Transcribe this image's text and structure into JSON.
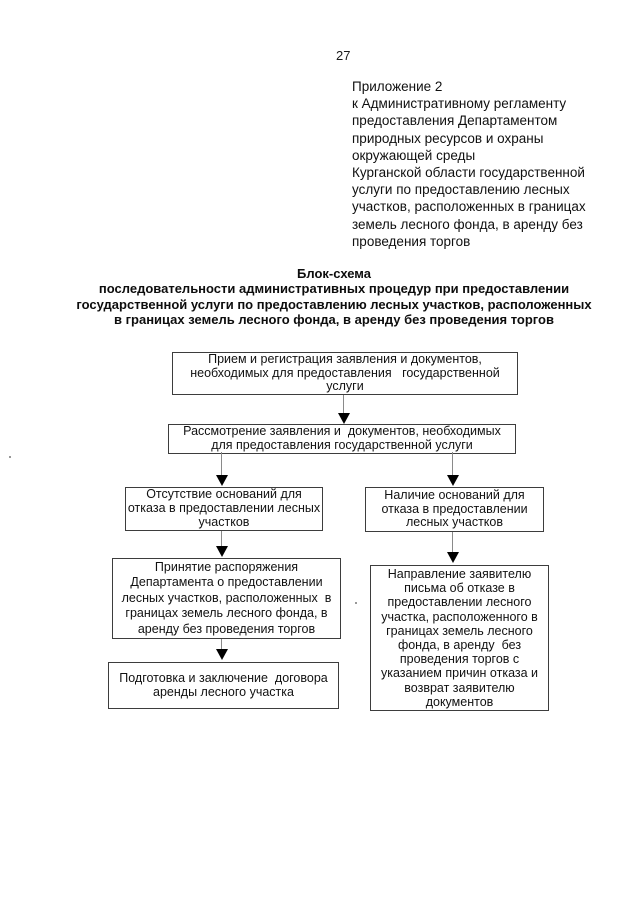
{
  "page": {
    "number": "27"
  },
  "appendix": {
    "lines": [
      "Приложение 2",
      "к Административному регламенту",
      "предоставления Департаментом",
      "природных ресурсов и охраны",
      "окружающей среды",
      "Курганской области государственной",
      "услуги по предоставлению лесных",
      "участков, расположенных в границах",
      "земель лесного фонда, в аренду без",
      "проведения торгов"
    ]
  },
  "title": {
    "lines": [
      "Блок-схема",
      "последовательности административных процедур при предоставлении",
      "государственной услуги по предоставлению лесных участков, расположенных",
      "в границах земель лесного фонда, в аренду без проведения торгов"
    ]
  },
  "flowchart": {
    "box_receive": {
      "lines": [
        "Прием и регистрация заявления и документов,",
        "необходимых для предоставления   государственной",
        "услуги"
      ]
    },
    "box_review": {
      "lines": [
        "Рассмотрение заявления и  документов, необходимых",
        "для предоставления государственной услуги"
      ]
    },
    "box_no_grounds": {
      "lines": [
        "Отсутствие оснований для",
        "отказа в предоставлении лесных",
        "участков"
      ]
    },
    "box_grounds": {
      "lines": [
        "Наличие оснований для",
        "отказа в предоставлении",
        "лесных участков"
      ]
    },
    "box_order": {
      "lines": [
        "Принятие распоряжения",
        "Департамента о предоставлении",
        "лесных участков, расположенных  в",
        "границах земель лесного фонда, в",
        "аренду без проведения торгов"
      ]
    },
    "box_contract": {
      "lines": [
        "Подготовка и заключение  договора",
        "аренды лесного участка"
      ]
    },
    "box_refusal": {
      "lines": [
        "Направление заявителю",
        "письма об отказе в",
        "предоставлении лесного",
        "участка, расположенного в",
        "границах земель лесного",
        "фонда, в аренду  без",
        "проведения торгов с",
        "указанием причин отказа и",
        "возврат заявителю",
        "документов"
      ]
    }
  }
}
